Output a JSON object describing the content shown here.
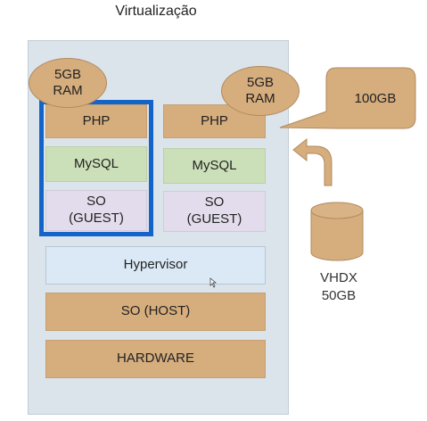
{
  "title": "Virtualização",
  "vm1": {
    "ram_bubble": {
      "line1": "5GB",
      "line2": "RAM"
    },
    "php": "PHP",
    "mysql": "MySQL",
    "os": {
      "line1": "SO",
      "line2": "(GUEST)"
    }
  },
  "vm2": {
    "ram_bubble": {
      "line1": "5GB",
      "line2": "RAM"
    },
    "php": "PHP",
    "mysql": "MySQL",
    "os": {
      "line1": "SO",
      "line2": "(GUEST)"
    }
  },
  "hypervisor": "Hypervisor",
  "host_os": "SO (HOST)",
  "hardware": "HARDWARE",
  "callout": "100GB",
  "disk": {
    "line1": "VHDX",
    "line2": "50GB"
  },
  "colors": {
    "tan": "#d6ad7d",
    "green": "#cbe0b8",
    "lavender": "#e3dcec",
    "hypervisor": "#dbe9f6",
    "panel": "#dbe4eb",
    "vm_highlight": "#1463c8"
  },
  "icons": [
    "speech-bubble-icon",
    "curved-arrow-icon",
    "disk-cylinder-icon",
    "cursor-icon"
  ]
}
